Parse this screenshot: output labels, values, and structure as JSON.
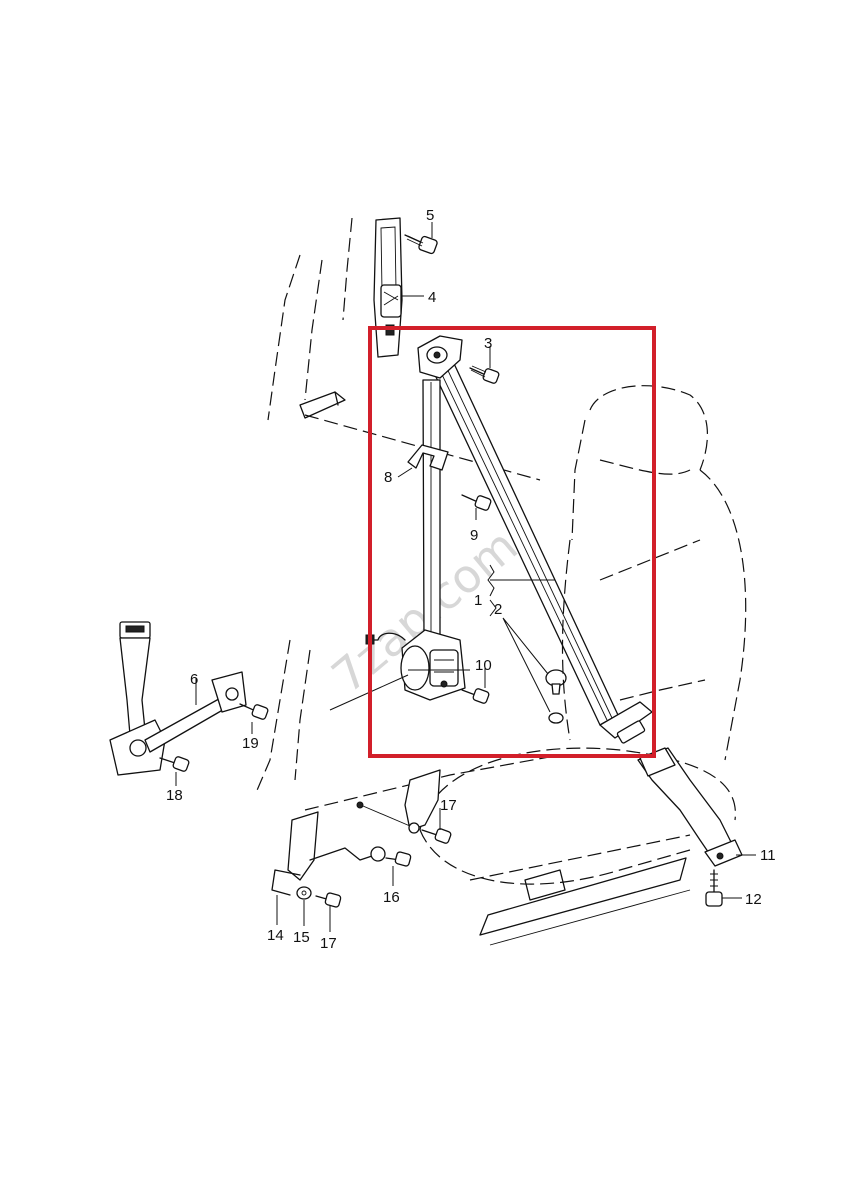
{
  "watermark": "7zap.com",
  "callouts": {
    "c1": "1",
    "c2": "2",
    "c3": "3",
    "c4": "4",
    "c5": "5",
    "c6": "6",
    "c8": "8",
    "c9": "9",
    "c10": "10",
    "c11": "11",
    "c12": "12",
    "c14": "14",
    "c15": "15",
    "c16": "16",
    "c17a": "17",
    "c17b": "17",
    "c18": "18",
    "c19": "19"
  },
  "colors": {
    "highlight": "#d21f2a",
    "line": "#111111",
    "background": "#ffffff"
  }
}
